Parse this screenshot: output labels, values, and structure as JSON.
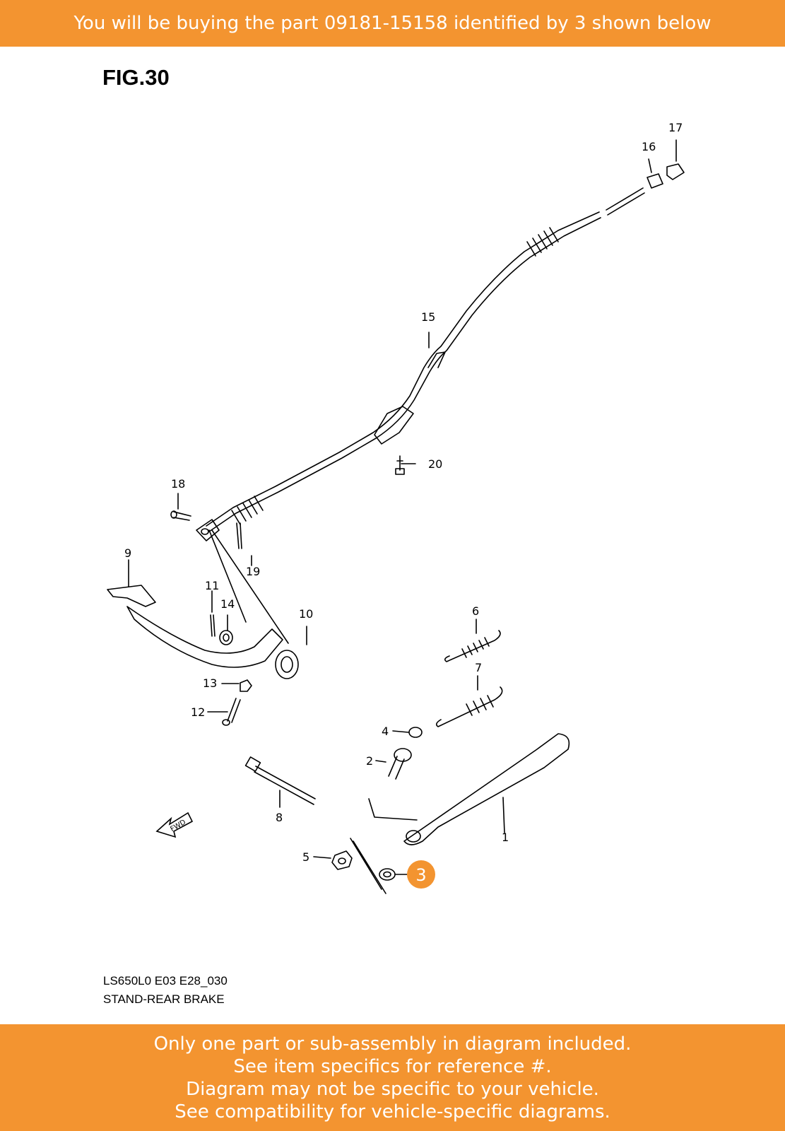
{
  "header": {
    "banner_text": "You will be buying the part 09181-15158 identified by 3 shown below"
  },
  "figure": {
    "title": "FIG.30",
    "callouts": [
      {
        "id": "1",
        "label": "1"
      },
      {
        "id": "2",
        "label": "2"
      },
      {
        "id": "3",
        "label": "3",
        "highlighted": true
      },
      {
        "id": "4",
        "label": "4"
      },
      {
        "id": "5",
        "label": "5"
      },
      {
        "id": "6",
        "label": "6"
      },
      {
        "id": "7",
        "label": "7"
      },
      {
        "id": "8",
        "label": "8"
      },
      {
        "id": "9",
        "label": "9"
      },
      {
        "id": "10",
        "label": "10"
      },
      {
        "id": "11",
        "label": "11"
      },
      {
        "id": "12",
        "label": "12"
      },
      {
        "id": "13",
        "label": "13"
      },
      {
        "id": "14",
        "label": "14"
      },
      {
        "id": "15",
        "label": "15"
      },
      {
        "id": "16",
        "label": "16"
      },
      {
        "id": "17",
        "label": "17"
      },
      {
        "id": "18",
        "label": "18"
      },
      {
        "id": "19",
        "label": "19"
      },
      {
        "id": "20",
        "label": "20"
      }
    ],
    "fwd_label": "FWD",
    "model_code": "LS650L0 E03 E28_030",
    "section_name": "STAND-REAR BRAKE",
    "highlight_color": "#f39430"
  },
  "footer": {
    "lines": [
      "Only one part or sub-assembly in diagram included.",
      "See item specifics for reference #.",
      "Diagram may not be specific to your vehicle.",
      "See compatibility for vehicle-specific diagrams."
    ]
  }
}
